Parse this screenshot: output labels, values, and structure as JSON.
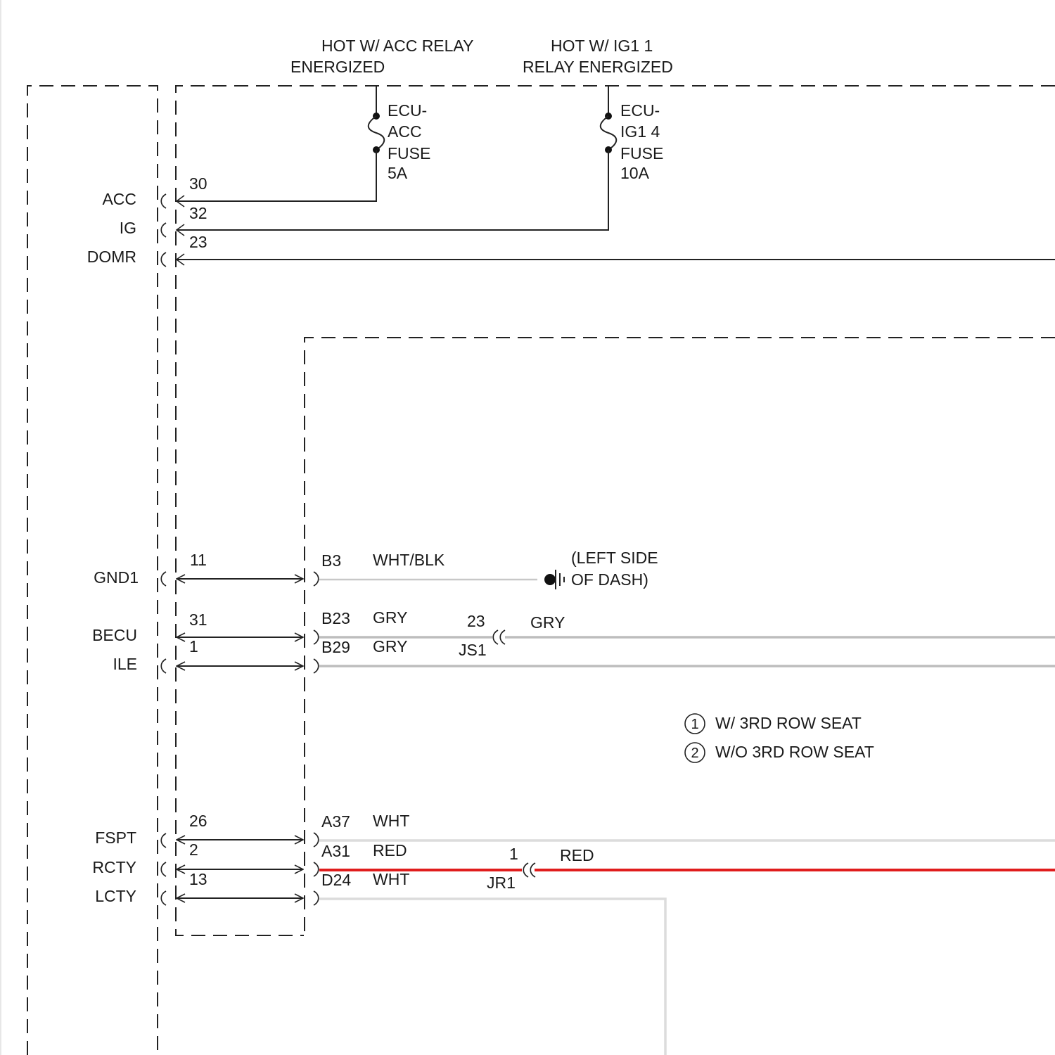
{
  "power": {
    "acc_relay_line1": "HOT W/ ACC RELAY",
    "acc_relay_line2": "ENERGIZED",
    "ig1_relay_line1": "HOT W/ IG1 1",
    "ig1_relay_line2": "RELAY ENERGIZED"
  },
  "fuses": {
    "acc": {
      "line1": "ECU-",
      "line2": "ACC",
      "line3": "FUSE",
      "rating": "5A"
    },
    "ig1": {
      "line1": "ECU-",
      "line2": "IG1 4",
      "line3": "FUSE",
      "rating": "10A"
    }
  },
  "ecu_pins": {
    "acc": {
      "name": "ACC",
      "pin": "30"
    },
    "ig": {
      "name": "IG",
      "pin": "32"
    },
    "domr": {
      "name": "DOMR",
      "pin": "23"
    },
    "gnd1": {
      "name": "GND1",
      "pin": "11"
    },
    "becu": {
      "name": "BECU",
      "pin": "31"
    },
    "ile": {
      "name": "ILE",
      "pin": "1"
    },
    "fspt": {
      "name": "FSPT",
      "pin": "26"
    },
    "rcty": {
      "name": "RCTY",
      "pin": "2"
    },
    "lcty": {
      "name": "LCTY",
      "pin": "13"
    }
  },
  "junction_pins": {
    "b3": {
      "pin": "B3",
      "color": "WHT/BLK"
    },
    "b23": {
      "pin": "B23",
      "color": "GRY"
    },
    "b29": {
      "pin": "B29",
      "color": "GRY"
    },
    "a37": {
      "pin": "A37",
      "color": "WHT"
    },
    "a31": {
      "pin": "A31",
      "color": "RED"
    },
    "d24": {
      "pin": "D24",
      "color": "WHT"
    }
  },
  "ground": {
    "line1": "(LEFT SIDE",
    "line2": "OF DASH)"
  },
  "connectors": {
    "js1": {
      "name": "JS1",
      "pin": "23",
      "wire_color": "GRY"
    },
    "jr1": {
      "name": "JR1",
      "pin": "1",
      "wire_color": "RED"
    }
  },
  "legend": [
    {
      "num": "1",
      "text": "W/ 3RD ROW SEAT"
    },
    {
      "num": "2",
      "text": "W/O 3RD ROW SEAT"
    }
  ],
  "wire_colors": {
    "gry": "#bdbdbd",
    "wht": "#dcdcdc",
    "red": "#e01d1d"
  }
}
